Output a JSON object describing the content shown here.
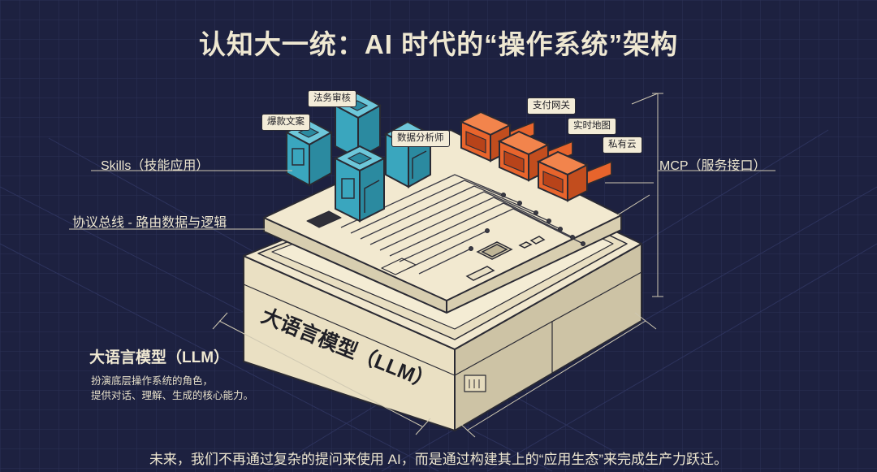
{
  "title": "认知大一统：AI 时代的“操作系统”架构",
  "left_labels": {
    "skills": "Skills（技能应用）",
    "bus": "协议总线 - 路由数据与逻辑"
  },
  "right_labels": {
    "mcp": "MCP（服务接口）"
  },
  "llm": {
    "heading": "大语言模型（LLM）",
    "desc_line1": "扮演底层操作系统的角色，",
    "desc_line2": "提供对话、理解、生成的核心能力。",
    "base_text": "大语言模型（LLM）"
  },
  "skill_tags": [
    "爆款文案",
    "法务审核",
    "数据分析师"
  ],
  "mcp_tags": [
    "支付网关",
    "实时地图",
    "私有云"
  ],
  "footer": "未来，我们不再通过复杂的提问来使用 AI，而是通过构建其上的“应用生态”来完成生产力跃迁。",
  "colors": {
    "background": "#1d2140",
    "platform": "#eee4c7",
    "skill_cube": "#3ca8c0",
    "mcp_connector": "#e8642c",
    "text": "#ede6d0"
  },
  "icons": [
    "skill-cube-icon",
    "mcp-connector-icon",
    "chip-icon"
  ]
}
